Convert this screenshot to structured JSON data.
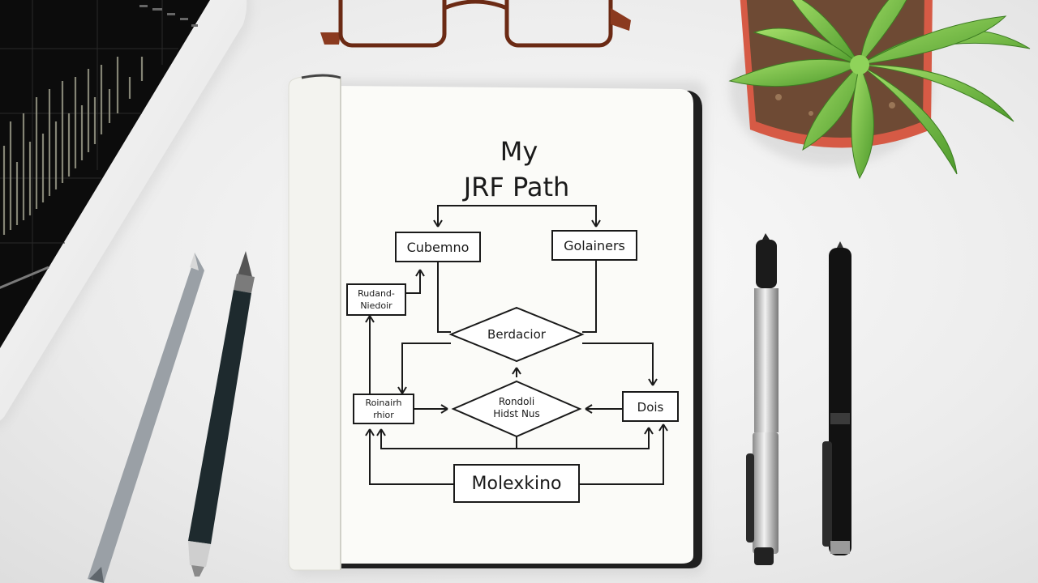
{
  "notebook": {
    "title_line1": "My",
    "title_line2": "JRF Path",
    "nodes": {
      "top_left": "Cubemno",
      "top_right": "Golainers",
      "side_left_1": "Rudand-",
      "side_left_2": "Niedoir",
      "diamond_top": "Berdacior",
      "left_mid_1": "Roinairh",
      "left_mid_2": "rhior",
      "diamond_mid_1": "Rondoli",
      "diamond_mid_2": "Hidst Nus",
      "right_mid": "Dois",
      "bottom": "Molexkino"
    }
  },
  "colors": {
    "desk": "#ececec",
    "paper": "#fbfbf8",
    "ink": "#1a1a1a",
    "tablet_screen": "#0c0c0c",
    "plant_leaf": "#7cc24a",
    "pot": "#d65a45"
  },
  "icons": [
    "tablet",
    "eyeglasses",
    "potted-plant",
    "pencil",
    "fountain-pen",
    "silver-pen",
    "black-pen"
  ]
}
